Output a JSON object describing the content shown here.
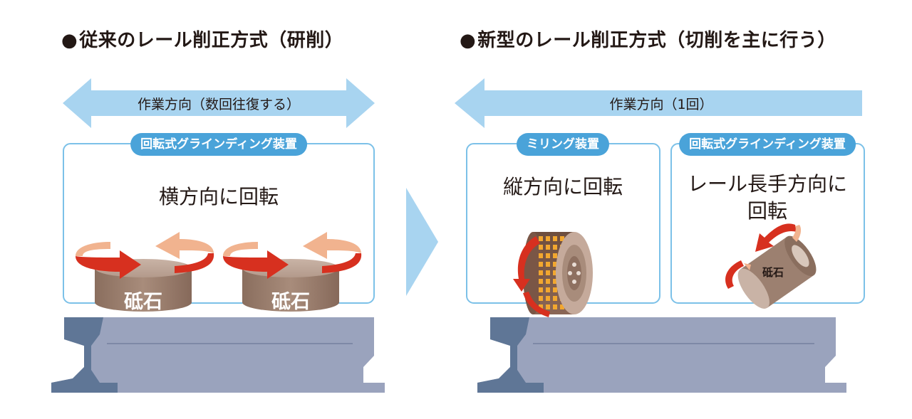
{
  "titles": {
    "bullet": "●",
    "left": "従来のレール削正方式（研削）",
    "right": "新型のレール削正方式（切削を主に行う）"
  },
  "left": {
    "direction_label": "作業方向（数回往復する）",
    "device_label": "回転式グラインディング装置",
    "rotation_label": "横方向に回転",
    "stone_label_1": "砥石",
    "stone_label_2": "砥石"
  },
  "right": {
    "direction_label": "作業方向（1回）",
    "milling_label": "ミリング装置",
    "milling_rotation": "縦方向に回転",
    "grinding_label": "回転式グラインディング装置",
    "grinding_rotation_line1": "レール長手方向に",
    "grinding_rotation_line2": "回転",
    "stone_label": "砥石"
  },
  "colors": {
    "arrow_blue": "#a8d4f0",
    "pill_blue": "#4aa3d9",
    "frame_blue": "#7cc1e8",
    "rail_dark": "#5f7696",
    "rail_light": "#9aa3bd",
    "stone_brown": "#9c8070",
    "rotation_red": "#d7301f",
    "rotation_peach": "#f1b38f"
  }
}
